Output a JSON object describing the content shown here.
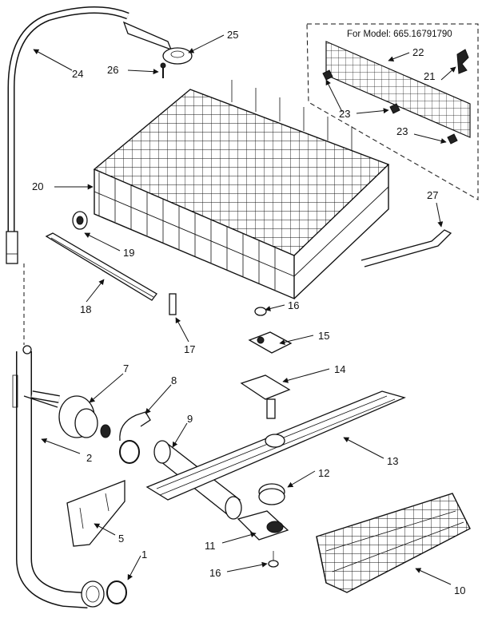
{
  "model_note": "For Model: 665.16791790",
  "callouts": [
    "1",
    "2",
    "5",
    "7",
    "8",
    "9",
    "10",
    "11",
    "12",
    "13",
    "14",
    "15",
    "16",
    "16",
    "17",
    "18",
    "19",
    "20",
    "21",
    "22",
    "23",
    "23",
    "24",
    "25",
    "26",
    "27"
  ],
  "colors": {
    "ink": "#111111",
    "paper": "#ffffff"
  }
}
